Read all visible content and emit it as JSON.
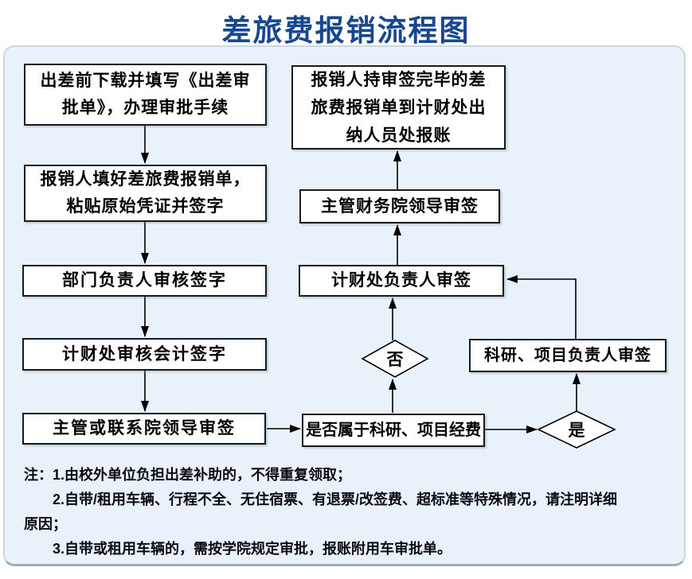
{
  "title": "差旅费报销流程图",
  "colors": {
    "title_blue": "#17488f",
    "panel_background": "#e9f2fb",
    "panel_bottom_border": "#a4abb2",
    "box_border": "#1a1a1a",
    "box_background": "#ffffff",
    "line_color": "#000000"
  },
  "flow": {
    "steps": {
      "download": [
        "出差前下载并填写《出差审",
        "批单》，办理审批手续"
      ],
      "fill_form": [
        "报销人填好差旅费报销单，",
        "粘贴原始凭证并签字"
      ],
      "dept_head": "部门负责人审核签字",
      "finance_accountant": "计财处审核会计签字",
      "supervisor_dean": "主管或联系院领导审签",
      "is_project_fund": "是否属于科研、项目经费",
      "decision_no": "否",
      "decision_yes": "是",
      "project_leader": "科研、项目负责人审签",
      "finance_head": "计财处负责人审签",
      "finance_dean": "主管财务院领导审签",
      "cashier": [
        "报销人持审签完毕的差",
        "旅费报销单到计财处出",
        "纳人员处报账"
      ]
    }
  },
  "notes": {
    "lines": [
      "注：1.由校外单位负担出差补助的，不得重复领取；",
      "　　2.自带/租用车辆、行程不全、无住宿票、有退票/改签费、超标准等特殊情况，请注明详细",
      "原因；",
      "　　3.自带或租用车辆的，需按学院规定审批，报账附用车审批单。"
    ]
  }
}
